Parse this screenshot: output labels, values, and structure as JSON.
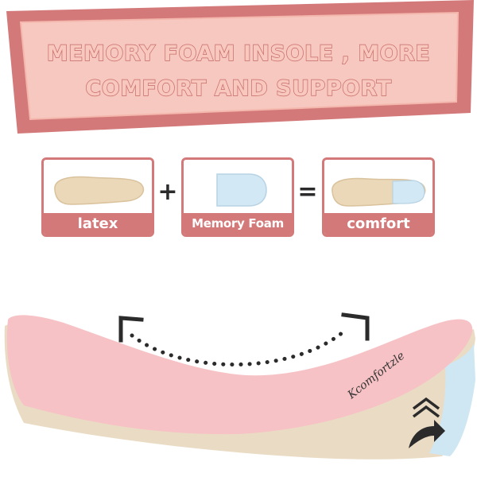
{
  "headline": {
    "line1": "MEMORY FOAM INSOLE , MORE",
    "line2": "COMFORT AND SUPPORT"
  },
  "formula": {
    "cards": [
      {
        "label": "latex"
      },
      {
        "label": "Memory Foam"
      },
      {
        "label": "comfort"
      }
    ],
    "plus": "+",
    "equals": "="
  },
  "insole": {
    "brand": "Kcomfortzle"
  },
  "colors": {
    "banner_bg": "#f7c8bf",
    "banner_border": "#d4797a",
    "card_accent": "#d4797a",
    "insole_top": "#f7c2c5",
    "insole_edge": "#eadcc4",
    "memory_foam": "#cfe6f3",
    "latex": "#e9d9bb"
  },
  "icons": [
    "curved-arrow-icon",
    "dotted-arc-arrow-icon",
    "double-chevron-up-icon",
    "curved-up-arrow-icon"
  ]
}
